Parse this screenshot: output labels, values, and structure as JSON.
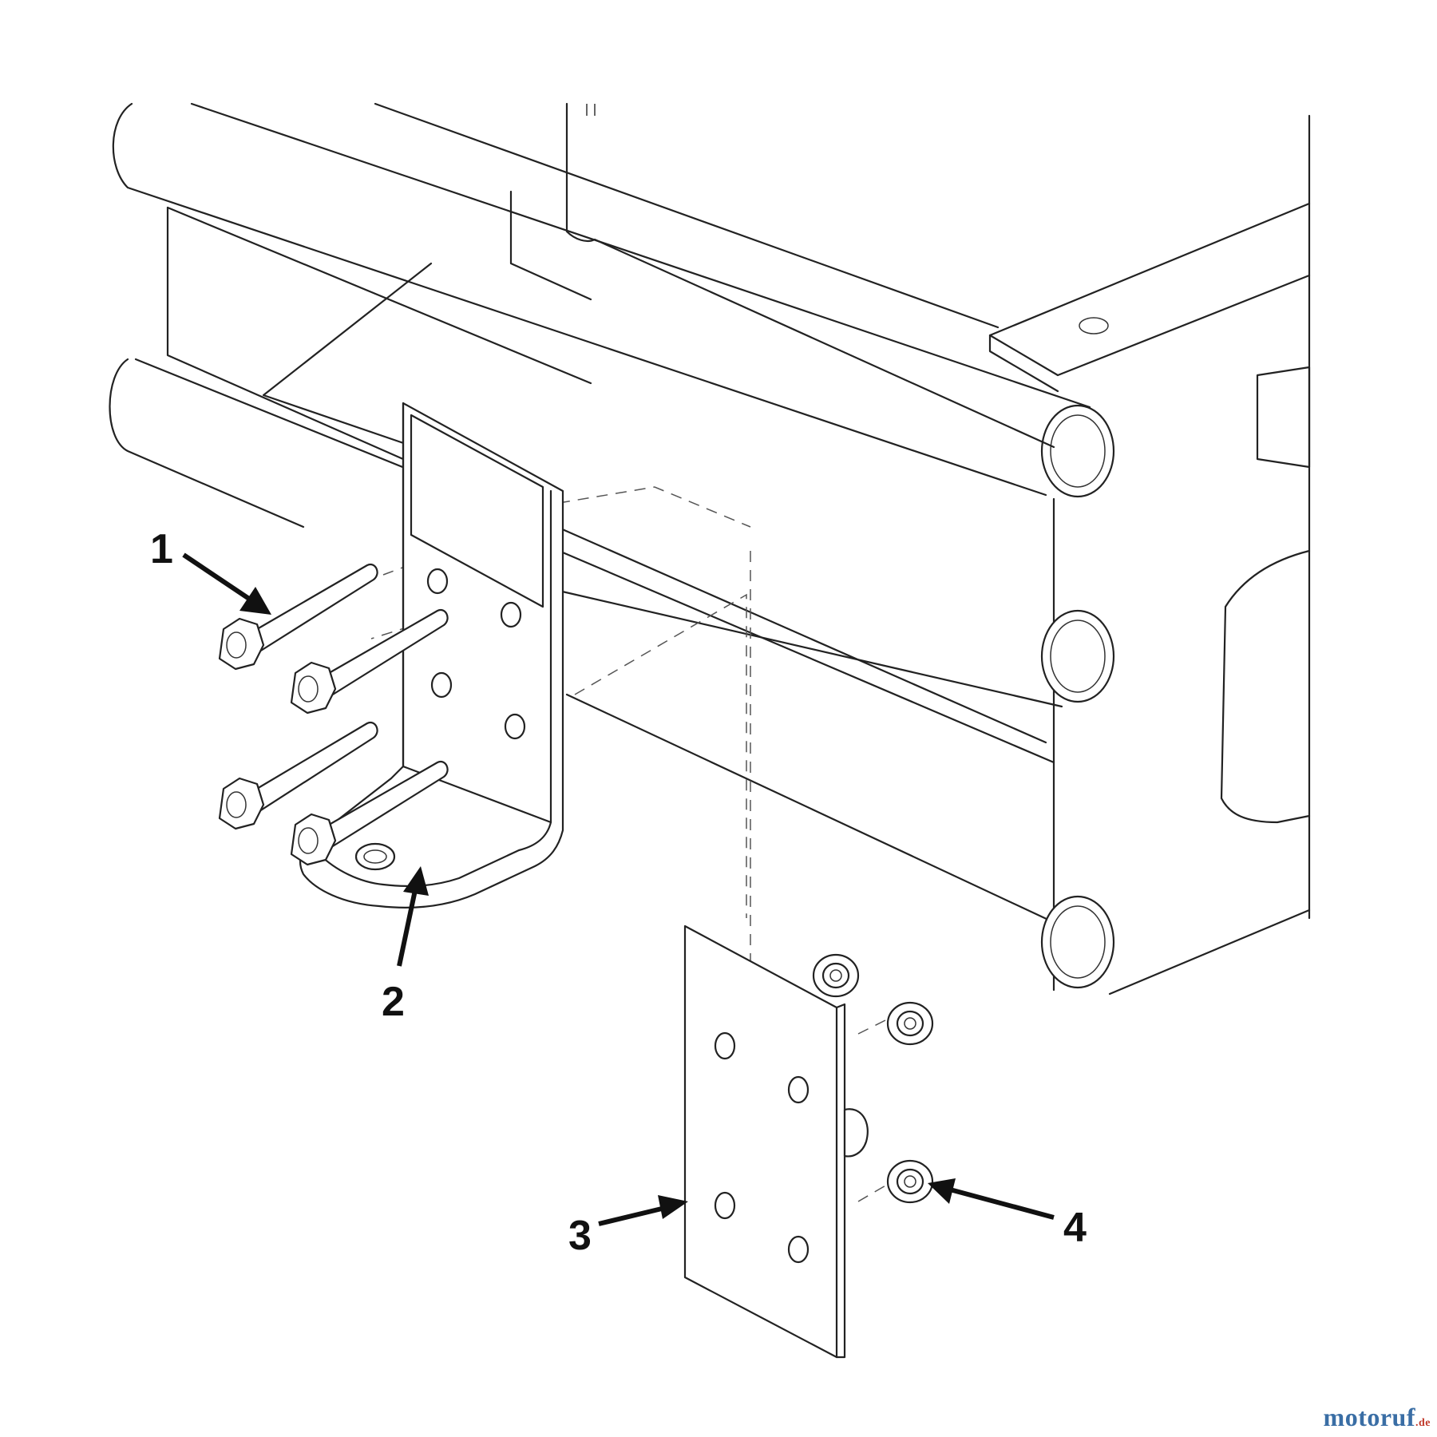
{
  "callouts": [
    {
      "id": "1",
      "label": "1"
    },
    {
      "id": "2",
      "label": "2"
    },
    {
      "id": "3",
      "label": "3"
    },
    {
      "id": "4",
      "label": "4"
    }
  ],
  "watermark": {
    "main": "motoruf",
    "sub": ".de"
  }
}
